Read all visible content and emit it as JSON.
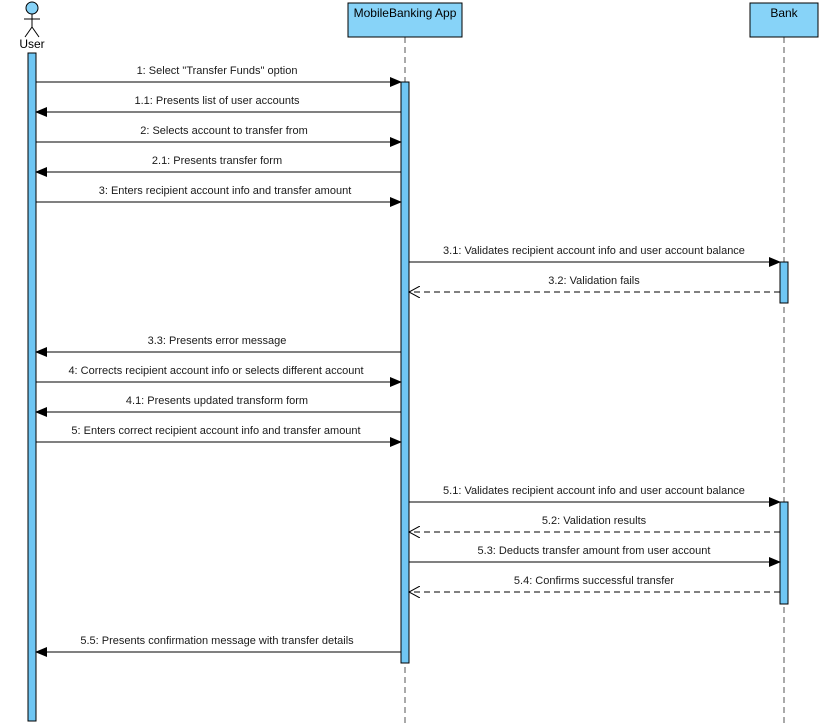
{
  "colors": {
    "header_fill": "#87d3f8",
    "activation_fill": "#6fc6f3",
    "line": "#000000",
    "lifeline": "#555555"
  },
  "participants": [
    {
      "id": "user",
      "label": "User",
      "kind": "actor"
    },
    {
      "id": "app",
      "label": "MobileBanking App",
      "kind": "box"
    },
    {
      "id": "bank",
      "label": "Bank",
      "kind": "box"
    }
  ],
  "messages": [
    {
      "label": "1: Select \"Transfer Funds\" option",
      "from": "user",
      "to": "app",
      "kind": "sync"
    },
    {
      "label": "1.1: Presents list of user accounts",
      "from": "app",
      "to": "user",
      "kind": "sync"
    },
    {
      "label": "2: Selects account to transfer from",
      "from": "user",
      "to": "app",
      "kind": "sync"
    },
    {
      "label": "2.1: Presents transfer form",
      "from": "app",
      "to": "user",
      "kind": "sync"
    },
    {
      "label": "3: Enters recipient account info and transfer amount",
      "from": "user",
      "to": "app",
      "kind": "sync"
    },
    {
      "label": "3.1: Validates recipient account info and user account balance",
      "from": "app",
      "to": "bank",
      "kind": "sync"
    },
    {
      "label": "3.2: Validation fails",
      "from": "bank",
      "to": "app",
      "kind": "return"
    },
    {
      "label": "3.3: Presents error message",
      "from": "app",
      "to": "user",
      "kind": "sync"
    },
    {
      "label": "4: Corrects recipient account info or selects different account",
      "from": "user",
      "to": "app",
      "kind": "sync"
    },
    {
      "label": "4.1: Presents updated transform form",
      "from": "app",
      "to": "user",
      "kind": "sync"
    },
    {
      "label": "5: Enters correct recipient account info and transfer amount",
      "from": "user",
      "to": "app",
      "kind": "sync"
    },
    {
      "label": "5.1: Validates recipient account info and user account balance",
      "from": "app",
      "to": "bank",
      "kind": "sync"
    },
    {
      "label": "5.2: Validation results",
      "from": "bank",
      "to": "app",
      "kind": "return"
    },
    {
      "label": "5.3: Deducts transfer amount from user account",
      "from": "app",
      "to": "bank",
      "kind": "sync"
    },
    {
      "label": "5.4: Confirms successful transfer",
      "from": "bank",
      "to": "app",
      "kind": "return"
    },
    {
      "label": "5.5: Presents confirmation message with transfer details",
      "from": "app",
      "to": "user",
      "kind": "sync"
    }
  ]
}
